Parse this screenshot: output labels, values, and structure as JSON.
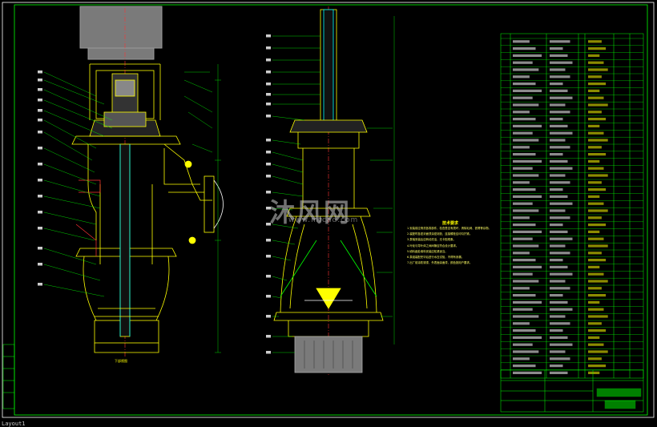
{
  "drawing": {
    "notes_title": "技术要求",
    "notes_lines": [
      "1.安装前应清洗各零部件，检查是否有损坏，清除毛刺、铁屑等杂物。",
      "2.装配时各密封面须涂密封胶，连接螺栓应均匀拧紧。",
      "3.泵轴安装后应转动灵活，无卡阻现象。",
      "4.叶轮与导叶体之间间隙应符合设计要求。",
      "5.填料函处填料安装应松紧适当。",
      "6.泵组装配完毕后进行水压试验，不得有渗漏。",
      "7.出厂前涂防锈漆，外表面涂面漆，颜色按用户要求。"
    ],
    "section_label": "下部视图"
  },
  "watermark": {
    "text": "沐风网",
    "url": "www.mfcad.com"
  },
  "status": {
    "text": "Layout1"
  },
  "colors": {
    "background": "#000000",
    "line_primary": "#ffff00",
    "line_secondary": "#00ff00",
    "line_cyan": "#00ffff",
    "line_red": "#ff3333",
    "line_white": "#ffffff",
    "fill_gray": "#7a7a7a"
  }
}
